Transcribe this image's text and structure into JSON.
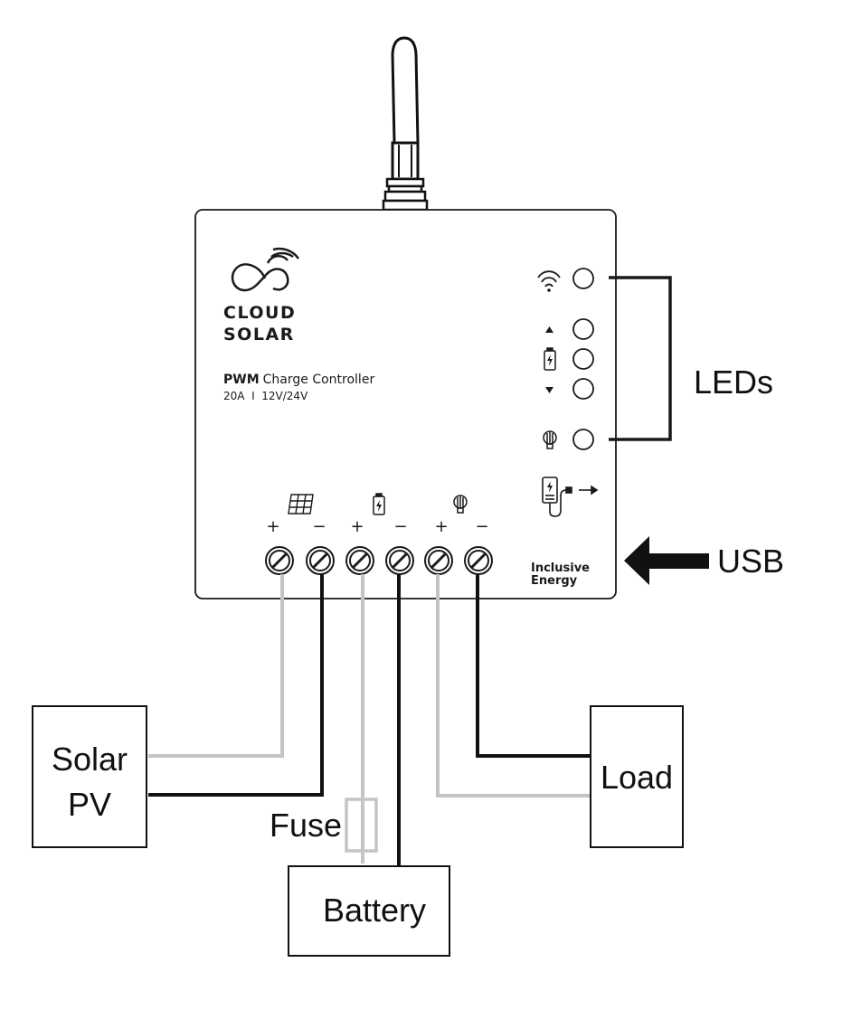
{
  "brand": {
    "name_line1": "CLOUD",
    "name_line2": "SOLAR",
    "tagline_line1": "Inclusive",
    "tagline_line2": "Energy"
  },
  "controller": {
    "type_bold": "PWM",
    "type_rest": "Charge Controller",
    "rating": "20A  I  12V/24V"
  },
  "terminals": {
    "plus": "+",
    "minus": "−",
    "group_icons": [
      "solar-panel-icon",
      "battery-icon",
      "bulb-icon"
    ]
  },
  "labels": {
    "leds": "LEDs",
    "usb": "USB",
    "solar_line1": "Solar",
    "solar_line2": "PV",
    "fuse": "Fuse",
    "battery": "Battery",
    "load": "Load"
  },
  "colors": {
    "positive_wire": "#c4c4c4",
    "negative_wire": "#111111",
    "outline": "#1a1a1a"
  }
}
